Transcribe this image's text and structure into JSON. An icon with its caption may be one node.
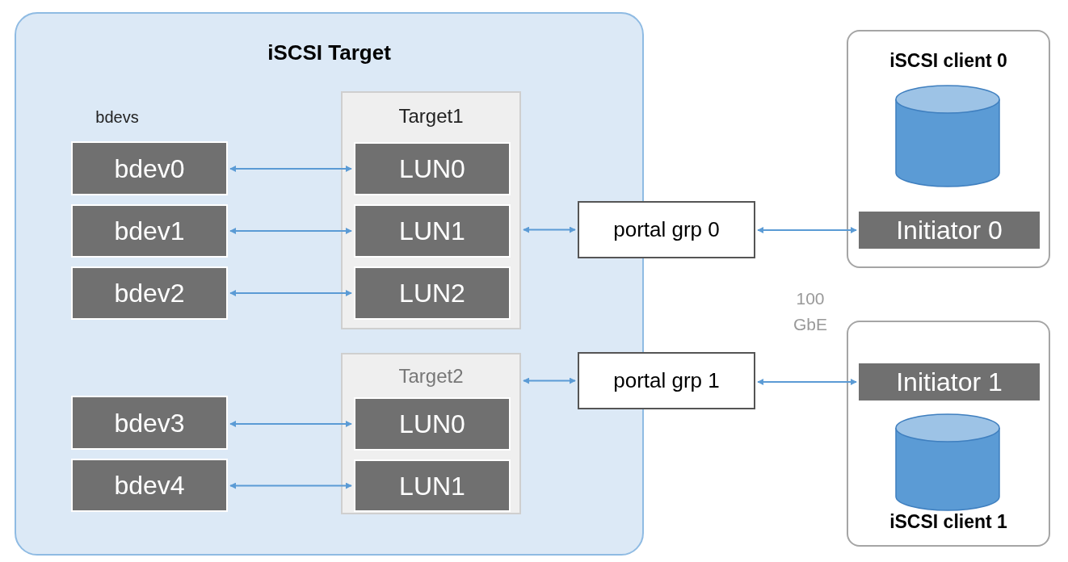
{
  "diagram": {
    "nodes": [
      {
        "text": [
          "iSCSI Target"
        ]
      },
      {
        "text": [
          "bdev0"
        ],
        "in": 0
      },
      {
        "text": [
          "bdev1"
        ],
        "in": 0
      },
      {
        "text": [
          "bdev2"
        ],
        "in": 0
      },
      {
        "text": [
          "Target1"
        ],
        "in": 0
      },
      {
        "text": [
          "LUN0"
        ],
        "in": 4
      },
      {
        "text": [
          "LUN1"
        ],
        "in": 4
      },
      {
        "text": [
          "LUN2"
        ],
        "in": 4
      },
      {
        "text": [
          "bdev3"
        ],
        "in": 0
      },
      {
        "text": [
          "bdev4"
        ],
        "in": 0
      },
      {
        "text": [
          "Target2"
        ],
        "in": 0
      },
      {
        "text": [
          "LUN0"
        ],
        "in": 10
      },
      {
        "text": [
          "LUN1"
        ],
        "in": 10
      },
      {
        "text": [
          "portal grp 0"
        ]
      },
      {
        "text": [
          "portal grp 1"
        ]
      },
      {
        "text": [
          "iSCSI client 0"
        ]
      },
      {
        "text": [],
        "shape": "cylinder",
        "in": 15
      },
      {
        "text": [
          "Initiator 0"
        ],
        "in": 15
      },
      {
        "text": [
          "iSCSI client 1"
        ]
      },
      {
        "text": [
          "Initiator 1"
        ],
        "in": 18
      },
      {
        "text": [],
        "shape": "cylinder",
        "in": 18
      }
    ],
    "edges": [
      {
        "from": 1,
        "to": 5,
        "arrow": "both"
      },
      {
        "from": 2,
        "to": 6,
        "arrow": "both"
      },
      {
        "from": 3,
        "to": 7,
        "arrow": "both"
      },
      {
        "from": 8,
        "to": 11,
        "arrow": "both"
      },
      {
        "from": 9,
        "to": 12,
        "arrow": "both"
      },
      {
        "from": 4,
        "to": 13,
        "arrow": "both"
      },
      {
        "from": 10,
        "to": 14,
        "arrow": "both"
      },
      {
        "from": 13,
        "to": 17,
        "arrow": "both"
      },
      {
        "from": 14,
        "to": 19,
        "arrow": "both"
      }
    ],
    "labels": [
      "bdevs",
      "100 GbE"
    ]
  }
}
